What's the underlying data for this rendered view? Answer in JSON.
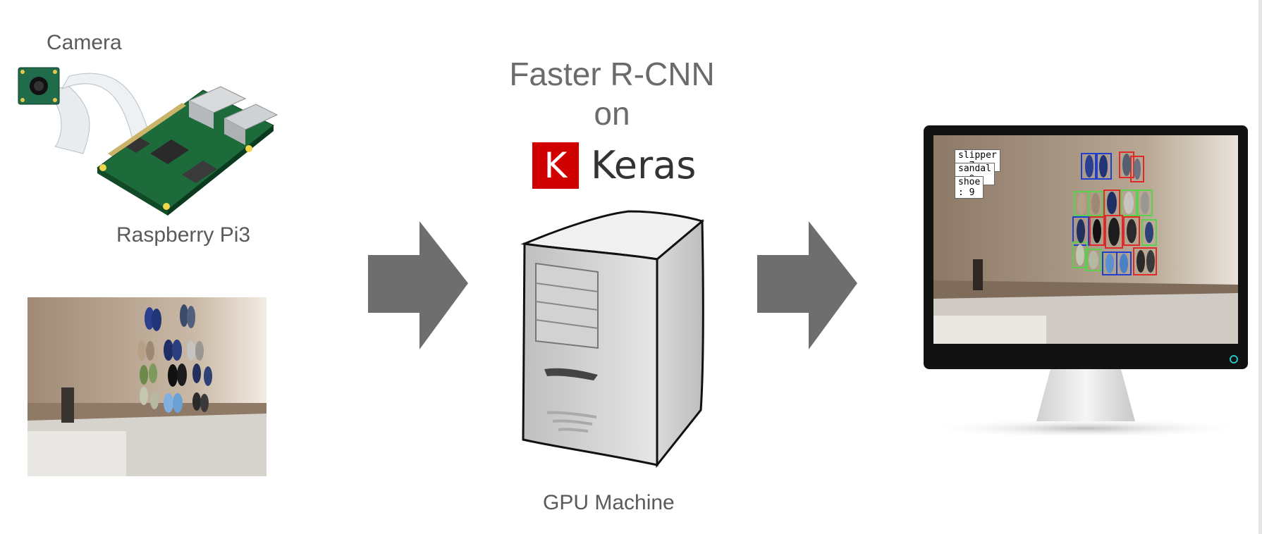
{
  "labels": {
    "camera": "Camera",
    "raspberry_pi": "Raspberry Pi3",
    "model_line1": "Faster R-CNN",
    "model_line2": "on",
    "keras_logo_letter": "K",
    "keras_wordmark": "Keras",
    "gpu_machine": "GPU Machine"
  },
  "detections": [
    {
      "label": "slipper : 7"
    },
    {
      "label": "sandal : 9"
    },
    {
      "label": "shoe : 9"
    }
  ],
  "colors": {
    "arrow": "#6e6e6e",
    "keras_red": "#d00000",
    "slipper_box": "#1f3fd0",
    "sandal_box": "#5bd04a",
    "shoe_box": "#e02a2a"
  },
  "icons": [
    "camera-module-icon",
    "raspberry-pi-board-icon",
    "arrow-right-icon",
    "gpu-server-tower-icon",
    "monitor-icon",
    "power-icon"
  ]
}
